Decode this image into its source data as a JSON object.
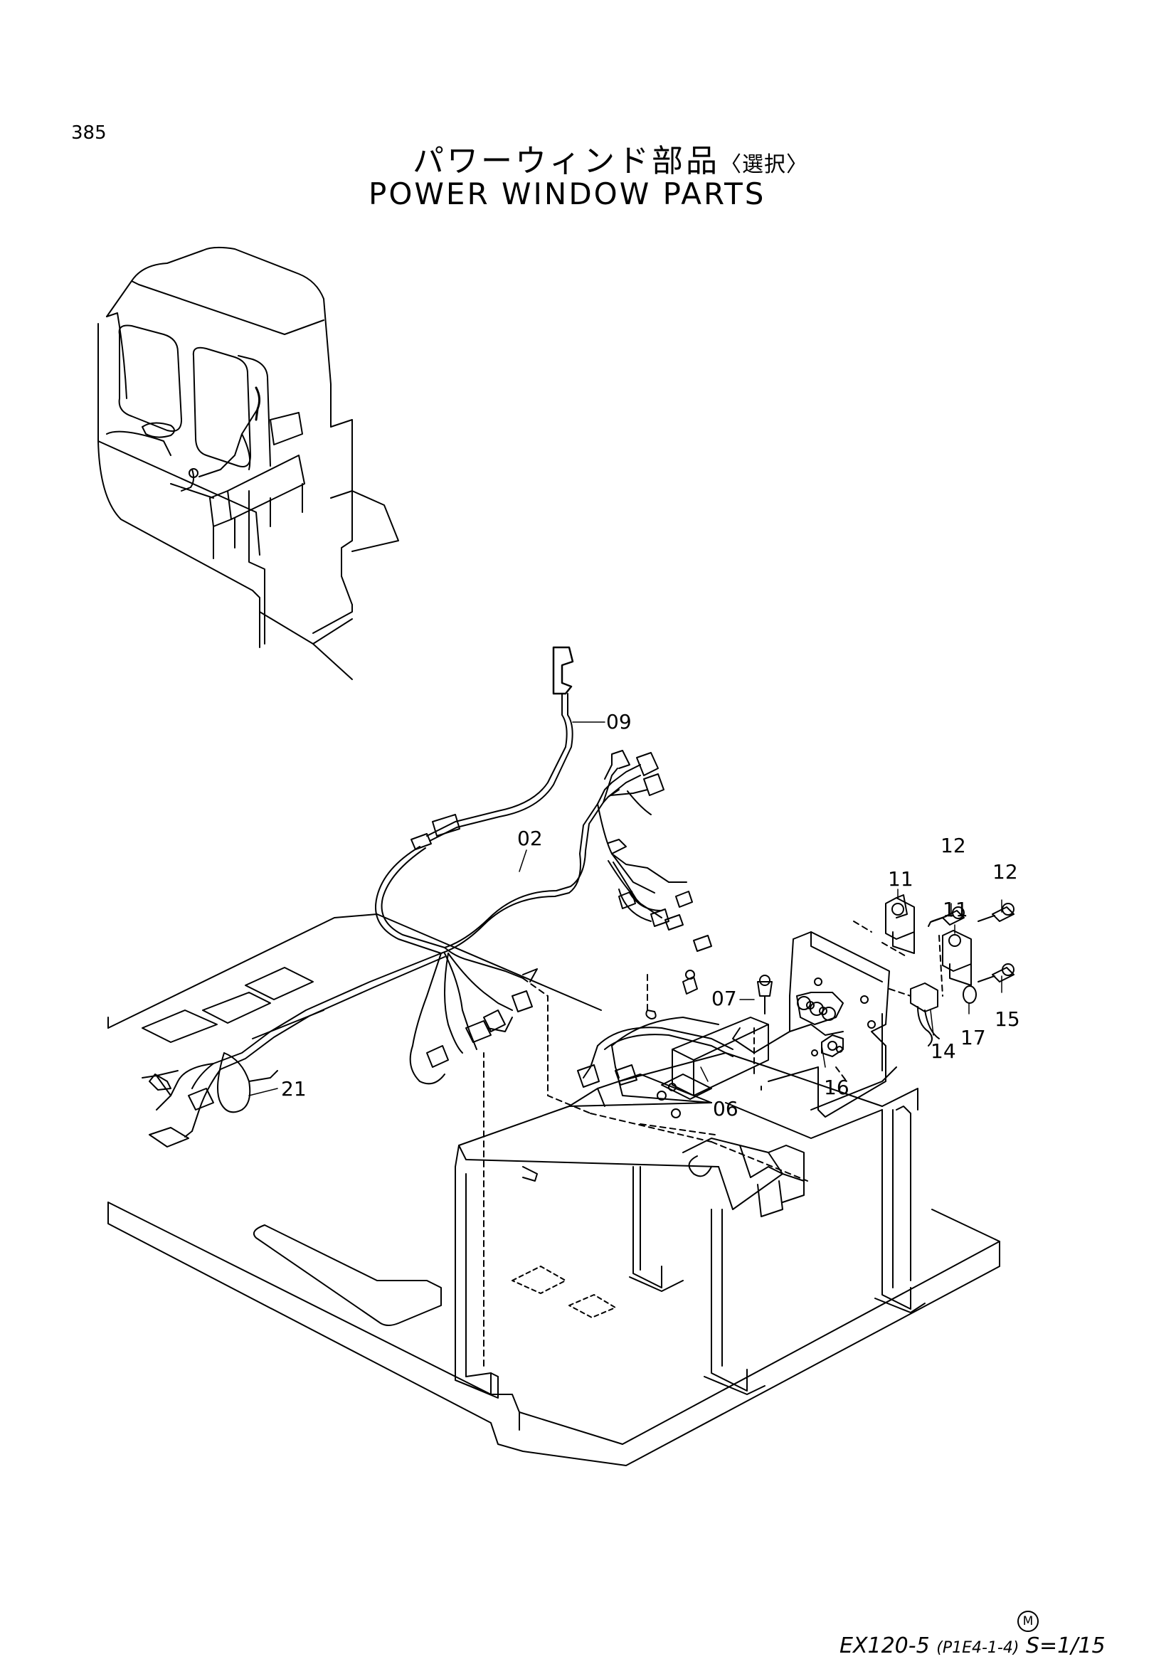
{
  "page": {
    "number": "385",
    "title_jp": "パワーウィンド部品",
    "title_jp_option": "〈選択〉",
    "title_en": "POWER WINDOW PARTS"
  },
  "callouts": [
    {
      "id": "09",
      "text": "09"
    },
    {
      "id": "02",
      "text": "02"
    },
    {
      "id": "21",
      "text": "21"
    },
    {
      "id": "07",
      "text": "07"
    },
    {
      "id": "06",
      "text": "06"
    },
    {
      "id": "16",
      "text": "16"
    },
    {
      "id": "11a",
      "text": "11"
    },
    {
      "id": "11b",
      "text": "11"
    },
    {
      "id": "12a",
      "text": "12"
    },
    {
      "id": "12b",
      "text": "12"
    },
    {
      "id": "14",
      "text": "14"
    },
    {
      "id": "17",
      "text": "17"
    },
    {
      "id": "15",
      "text": "15"
    }
  ],
  "footer": {
    "model": "EX120-5",
    "code": "(P1E4-1-4)",
    "scale": "S=1/15",
    "mark": "M"
  }
}
